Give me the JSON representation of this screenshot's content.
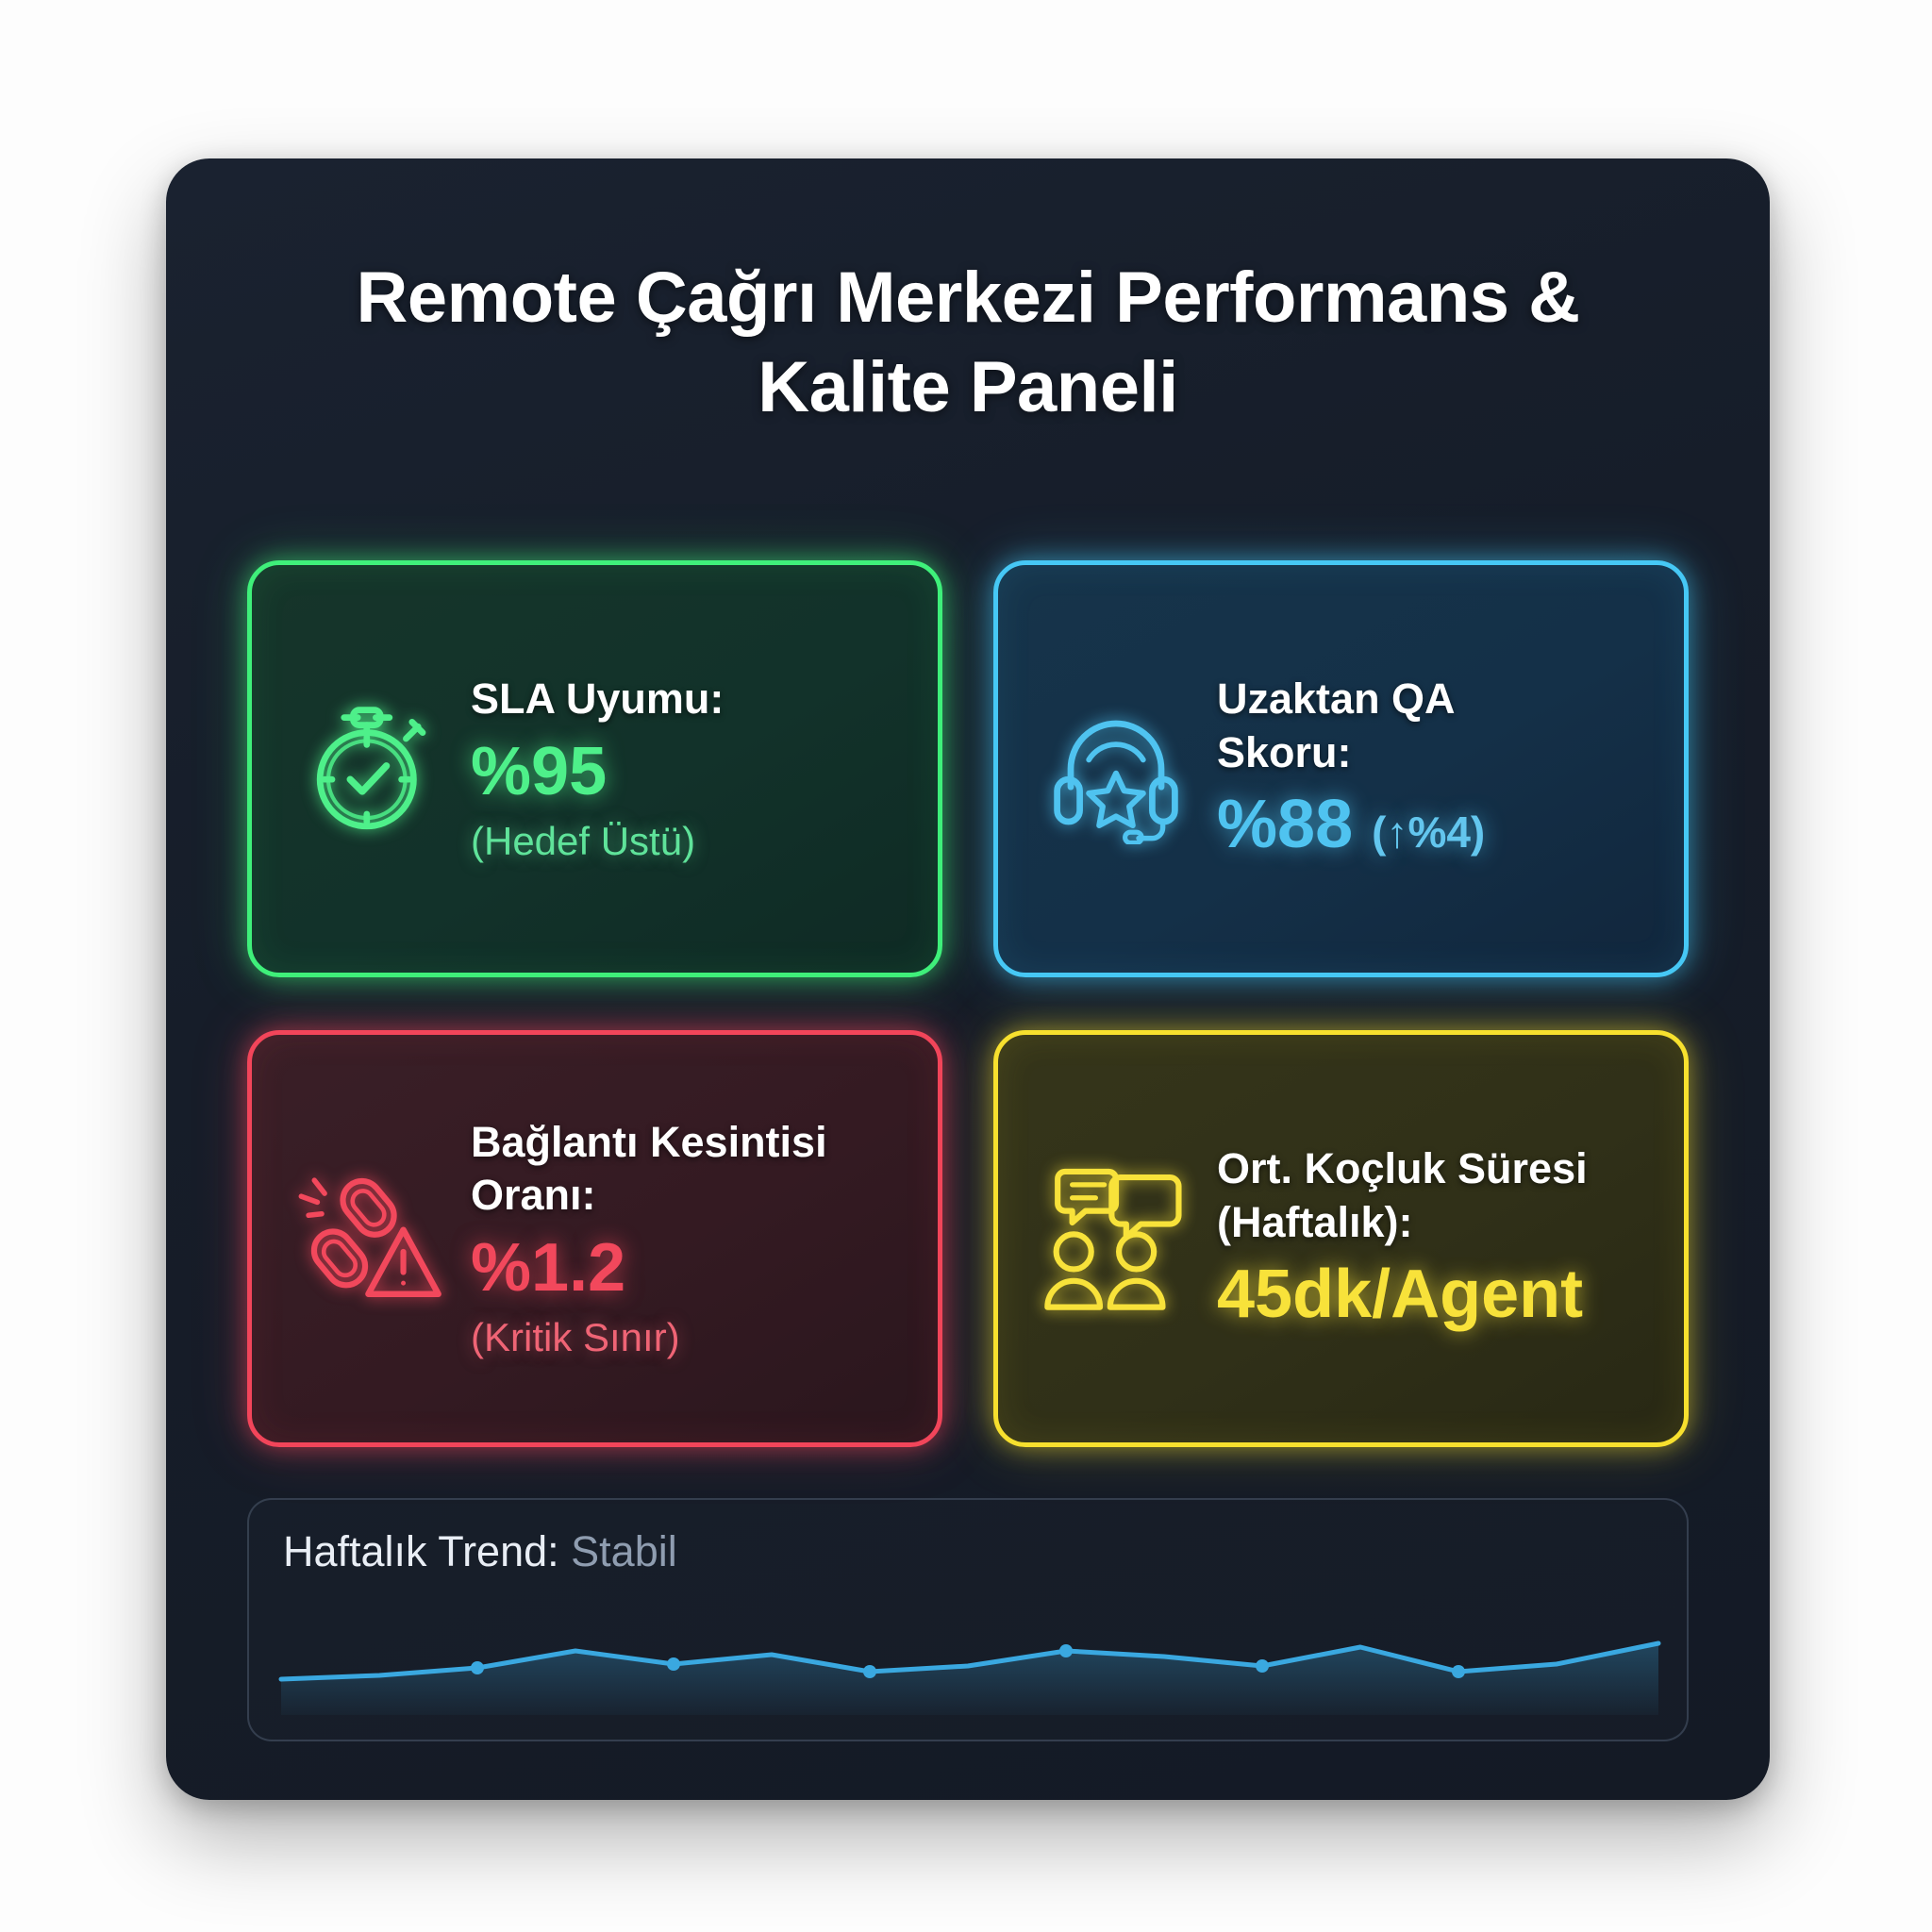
{
  "panel": {
    "title": "Remote Çağrı Merkezi Performans & Kalite Paneli"
  },
  "cards": [
    {
      "id": "sla",
      "icon": "stopwatch-check-icon",
      "label": "SLA Uyumu:",
      "value": "%95",
      "sub": "(Hedef Üstü)",
      "color": "#3ff07a"
    },
    {
      "id": "qa",
      "icon": "headset-star-icon",
      "label_line1": "Uzaktan QA",
      "label_line2": "Skoru:",
      "value": "%88",
      "delta": "(↑%4)",
      "color": "#46c8f5"
    },
    {
      "id": "disconnect",
      "icon": "broken-link-warning-icon",
      "label_line1": "Bağlantı Kesintisi",
      "label_line2": "Oranı:",
      "value": "%1.2",
      "sub": "(Kritik Sınır)",
      "color": "#f2455a"
    },
    {
      "id": "coaching",
      "icon": "chat-people-icon",
      "label_line1": "Ort. Koçluk Süresi",
      "label_line2": "(Haftalık):",
      "value": "45dk/Agent",
      "color": "#f7e02e"
    }
  ],
  "trend": {
    "label": "Haftalık Trend:",
    "value": "Stabil",
    "line_color": "#3aa8e0"
  },
  "chart_data": {
    "type": "line",
    "title": "Haftalık Trend: Stabil",
    "x": [
      0,
      1,
      2,
      3,
      4,
      5,
      6,
      7,
      8,
      9,
      10,
      11,
      12,
      13
    ],
    "values": [
      22,
      26,
      34,
      44,
      36,
      42,
      30,
      34,
      44,
      40,
      34,
      46,
      30,
      34,
      48
    ],
    "xlabel": "",
    "ylabel": "",
    "ylim": [
      0,
      60
    ],
    "grid": false,
    "legend": "none",
    "markers": true
  }
}
